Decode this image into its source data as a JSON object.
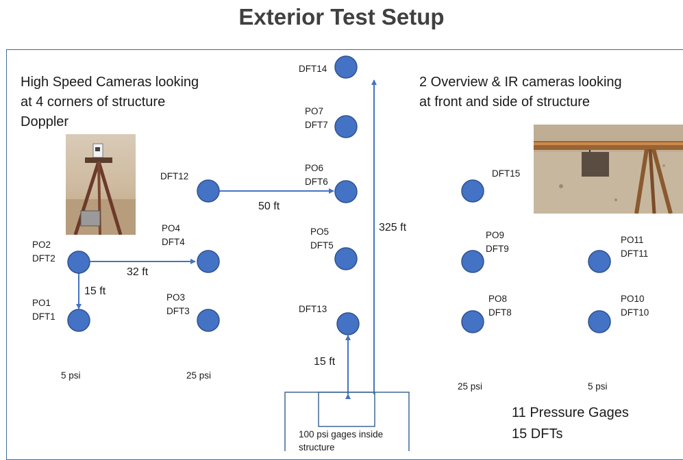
{
  "title": "Exterior Test Setup",
  "left_note": [
    "High Speed Cameras looking",
    "at 4 corners of structure",
    "Doppler"
  ],
  "right_note": [
    "2 Overview & IR cameras looking",
    "at front and side of structure"
  ],
  "gages": {
    "g_dft14": [
      "DFT14"
    ],
    "g_po7": [
      "PO7",
      "DFT7"
    ],
    "g_dft12": [
      "DFT12"
    ],
    "g_po6": [
      "PO6",
      "DFT6"
    ],
    "g_dft15": [
      "DFT15"
    ],
    "g_po4": [
      "PO4",
      "DFT4"
    ],
    "g_po2": [
      "PO2",
      "DFT2"
    ],
    "g_po5": [
      "PO5",
      "DFT5"
    ],
    "g_po9": [
      "PO9",
      "DFT9"
    ],
    "g_po11": [
      "PO11",
      "DFT11"
    ],
    "g_po1": [
      "PO1",
      "DFT1"
    ],
    "g_po3": [
      "PO3",
      "DFT3"
    ],
    "g_dft13": [
      "DFT13"
    ],
    "g_po8": [
      "PO8",
      "DFT8"
    ],
    "g_po10": [
      "PO10",
      "DFT10"
    ]
  },
  "distances": {
    "d50": "50 ft",
    "d325": "325 ft",
    "d32": "32 ft",
    "d15a": "15 ft",
    "d15b": "15 ft"
  },
  "psi": {
    "p1": "5 psi",
    "p2": "25 psi",
    "p3": "25 psi",
    "p4": "5 psi"
  },
  "structure_label": [
    "100 psi gages inside",
    "structure"
  ],
  "summary": [
    "11 Pressure Gages",
    "15 DFTs"
  ],
  "colors": {
    "marker": "#4472c4",
    "marker_edge": "#2f528f",
    "arrow": "#4472c4",
    "frame": "#3e6796",
    "title": "#404040"
  }
}
